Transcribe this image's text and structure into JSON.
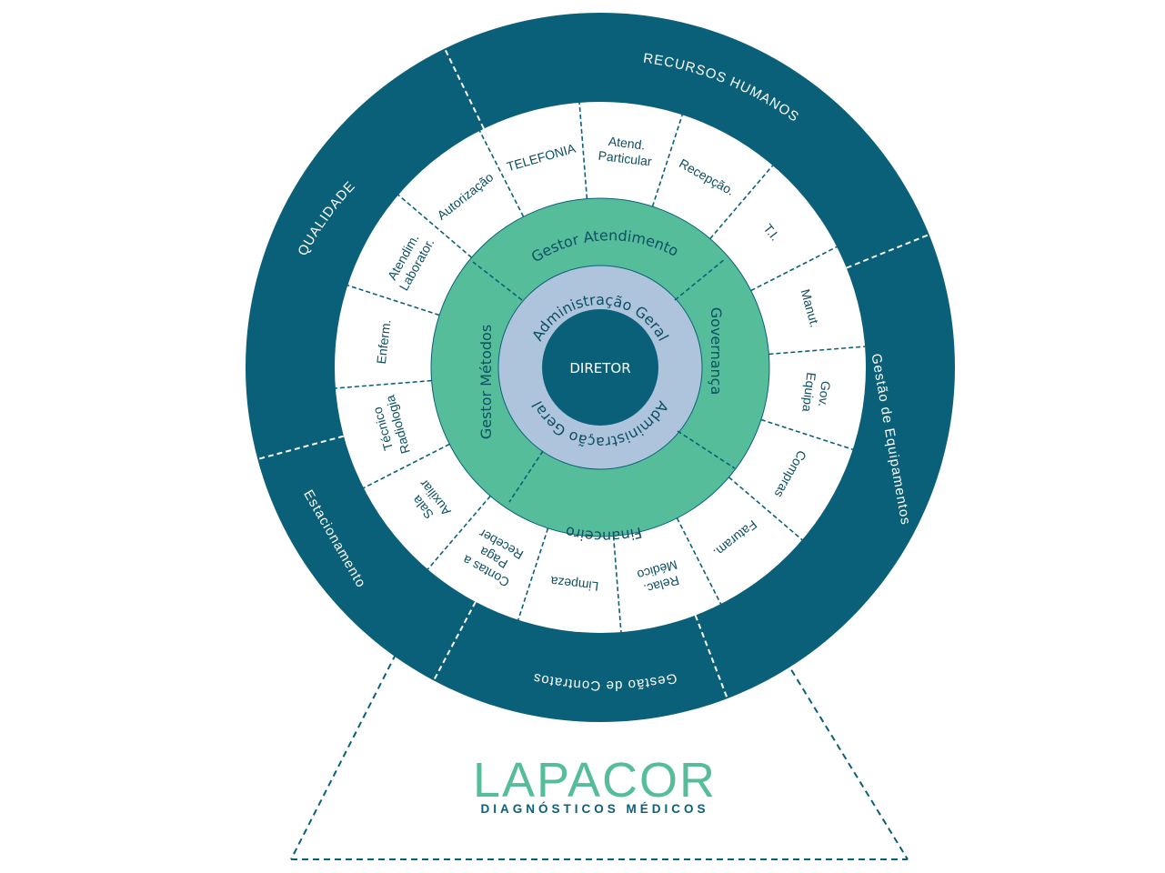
{
  "center": {
    "label": "DIRETOR"
  },
  "admin_ring": {
    "top": "Administração Geral",
    "bottom": "Administração Geral"
  },
  "manager_ring": {
    "top": "Gestor Atendimento",
    "right": "Governança",
    "bottom": "Financeiro",
    "left": "Gestor Métodos"
  },
  "segments": [
    {
      "id": "telefonia",
      "lines": [
        "TELEFONIA"
      ]
    },
    {
      "id": "atend-particular",
      "lines": [
        "Atend.",
        "Particular"
      ]
    },
    {
      "id": "recepcao",
      "lines": [
        "Recepção."
      ]
    },
    {
      "id": "ti",
      "lines": [
        "T.I."
      ]
    },
    {
      "id": "manut",
      "lines": [
        "Manut."
      ]
    },
    {
      "id": "gov-equipa",
      "lines": [
        "Gov.",
        "Equipa"
      ]
    },
    {
      "id": "compras",
      "lines": [
        "Compras"
      ]
    },
    {
      "id": "faturam",
      "lines": [
        "Faturam."
      ]
    },
    {
      "id": "relac-medico",
      "lines": [
        "Relac.",
        "Médico"
      ]
    },
    {
      "id": "limpeza",
      "lines": [
        "Limpeza"
      ]
    },
    {
      "id": "contas",
      "lines": [
        "Contas a",
        "Paga",
        "Receber"
      ]
    },
    {
      "id": "sala-auxiliar",
      "lines": [
        "Sala",
        "Auxiliar"
      ]
    },
    {
      "id": "tecnico-radiologia",
      "lines": [
        "Técnico",
        "Radiologia"
      ]
    },
    {
      "id": "enferm",
      "lines": [
        "Enferm."
      ]
    },
    {
      "id": "atendim-laborator",
      "lines": [
        "Atendim.",
        "Laborator."
      ]
    },
    {
      "id": "autorizacao",
      "lines": [
        "Autorização"
      ]
    }
  ],
  "outer_ring": [
    {
      "id": "recursos-humanos",
      "label": "RECURSOS HUMANOS"
    },
    {
      "id": "gestao-equipamentos",
      "label": "Gestão de Equipamentos"
    },
    {
      "id": "gestao-contratos",
      "label": "Gestão de Contratos"
    },
    {
      "id": "estacionamento",
      "label": "Estacionamento"
    },
    {
      "id": "qualidade",
      "label": "QUALIDADE"
    }
  ],
  "logo": {
    "name": "LAPACOR",
    "tagline": "DIAGNÓSTICOS MÉDICOS"
  },
  "colors": {
    "outer_ring": "#0b6079",
    "manager_ring": "#56bd9b",
    "admin_ring": "#aec4dc",
    "center": "#0b6079",
    "dark_text": "#0d4f63",
    "logo_green": "#56bd9b",
    "logo_blue": "#0b6079"
  }
}
